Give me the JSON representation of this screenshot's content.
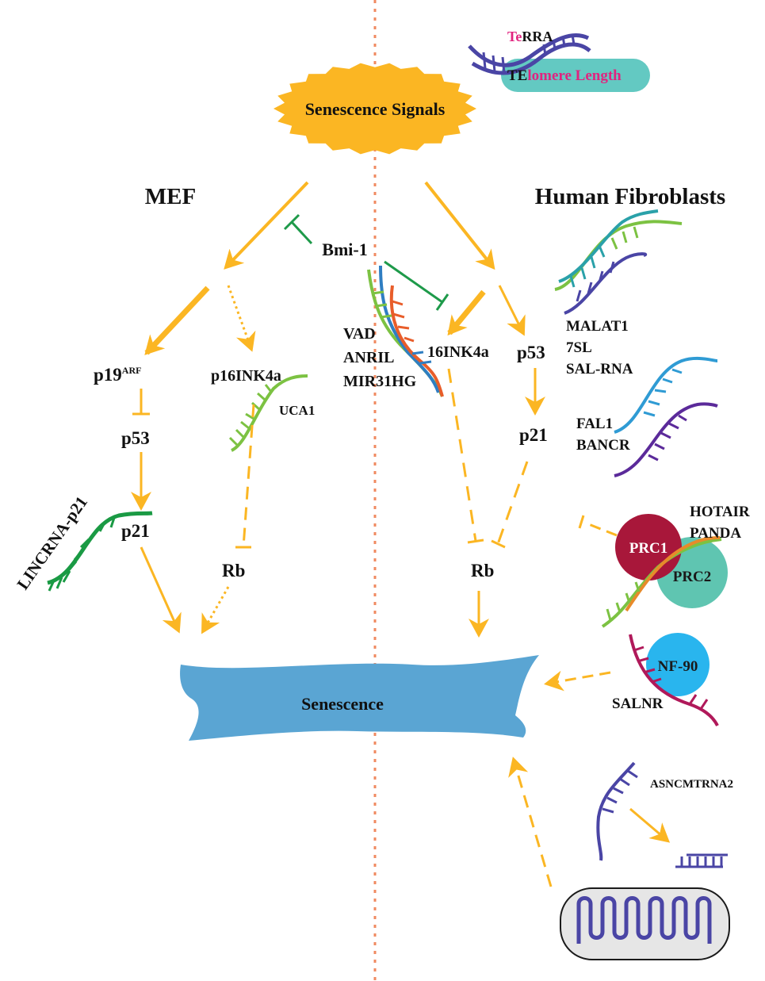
{
  "colors": {
    "arrow": "#fbb623",
    "inhibit_green": "#1e9a4a",
    "divider": "#f08a60",
    "cell": "#5aa5d3",
    "signal": "#fbb623",
    "prc1": "#a8173a",
    "prc2": "#5fc5b1",
    "nf90": "#29b5ee",
    "telomere_box": "#63c9c2",
    "terra_accent": "#e1237f",
    "rna_purple": "#4a45a5",
    "rna_green": "#7cc242",
    "rna_dark_green": "#1a9a44",
    "rna_magenta": "#b0195a",
    "rna_teal": "#2aa1a9",
    "rna_orange": "#e85d2a",
    "rna_blue": "#2f7ec2",
    "mito_fill": "#e6e6e6"
  },
  "labels": {
    "signals": "Senescence Signals",
    "mef": "MEF",
    "human": "Human Fibroblasts",
    "bmi1": "Bmi-1",
    "p19": "p19",
    "p19_sup": "ARF",
    "p16_left": "p16INK4a",
    "uca1": "UCA1",
    "p53_left": "p53",
    "p21_left": "p21",
    "lincrna": "LINCRNA-p21",
    "rb_left": "Rb",
    "vad": "VAD",
    "anril": "ANRIL",
    "mir31hg": "MIR31HG",
    "p16_right": "16INK4a",
    "p53_right": "p53",
    "p21_right": "p21",
    "rb_right": "Rb",
    "malat1": "MALAT1",
    "sl7": "7SL",
    "salrna": "SAL-RNA",
    "fal1": "FAL1",
    "bancr": "BANCR",
    "hotair": "HOTAIR",
    "panda": "PANDA",
    "prc1": "PRC1",
    "prc2": "PRC2",
    "nf90": "NF-90",
    "salnr": "SALNR",
    "asncmtrna2": "ASNCMTRNA2",
    "senescence": "Senescence",
    "terra_te": "Te",
    "terra_rest": "RRA",
    "telo_te": "TE",
    "telo_rest": "lomere Length"
  }
}
